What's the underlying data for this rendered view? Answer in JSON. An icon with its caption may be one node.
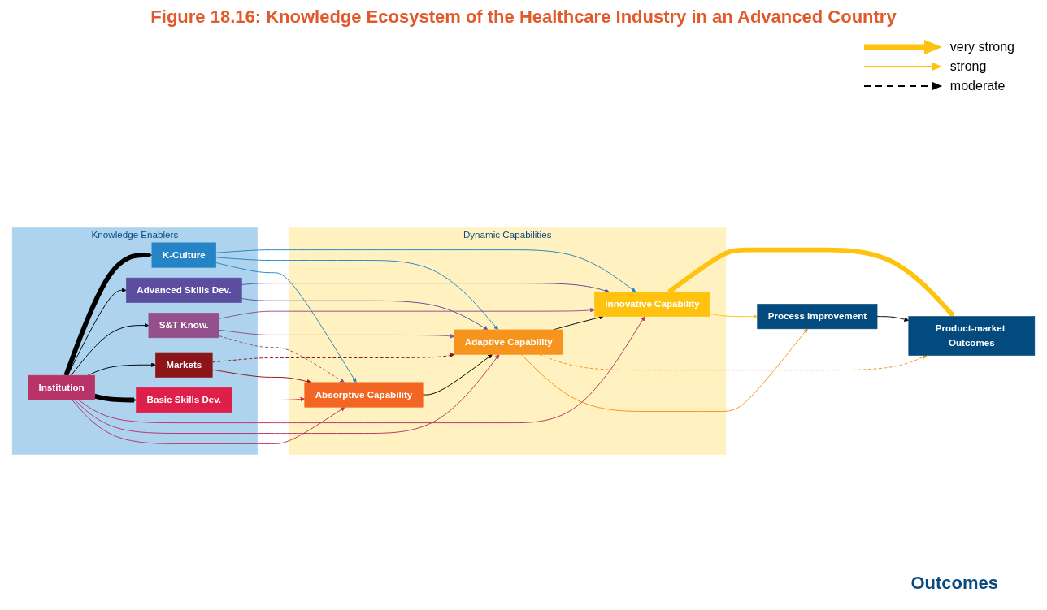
{
  "diagram": {
    "title": "Figure 18.16: Knowledge Ecosystem of the Healthcare Industry in an Advanced Country",
    "nodes": [
      {
        "text": [
          "Knowledge Enablers"
        ]
      },
      {
        "text": [
          "K-Culture"
        ],
        "in": 0
      },
      {
        "text": [
          "Advanced Skills Dev."
        ],
        "in": 0
      },
      {
        "text": [
          "S&T Know."
        ],
        "in": 0
      },
      {
        "text": [
          "Institution"
        ],
        "in": 0
      },
      {
        "text": [
          "Markets"
        ],
        "in": 0
      },
      {
        "text": [
          "Basic Skills Dev."
        ],
        "in": 0
      },
      {
        "text": [
          "Dynamic Capabilities"
        ]
      },
      {
        "text": [
          "Innovative Capability"
        ],
        "in": 7
      },
      {
        "text": [
          "Adaptive Capability"
        ],
        "in": 7
      },
      {
        "text": [
          "Absorptive Capability"
        ],
        "in": 7
      },
      {
        "text": [
          "Product-market Outcomes"
        ]
      },
      {
        "text": [
          "Process Improvement"
        ]
      }
    ],
    "edges": [
      {
        "from": 4,
        "to": 1,
        "arrow": "to",
        "style": "thick"
      },
      {
        "from": 4,
        "to": 2,
        "arrow": "to"
      },
      {
        "from": 4,
        "to": 3,
        "arrow": "to"
      },
      {
        "from": 4,
        "to": 5,
        "arrow": "to"
      },
      {
        "from": 4,
        "to": 6,
        "arrow": "to",
        "style": "thick"
      },
      {
        "from": 1,
        "to": 8,
        "arrow": "to",
        "color": "#2584c6"
      },
      {
        "from": 1,
        "to": 9,
        "arrow": "to",
        "color": "#2584c6"
      },
      {
        "from": 1,
        "to": 10,
        "arrow": "to",
        "color": "#2584c6"
      },
      {
        "from": 2,
        "to": 8,
        "arrow": "to",
        "color": "#5b4e9e"
      },
      {
        "from": 2,
        "to": 9,
        "arrow": "to",
        "color": "#5b4e9e"
      },
      {
        "from": 3,
        "to": 8,
        "arrow": "to",
        "color": "#93508a"
      },
      {
        "from": 3,
        "to": 9,
        "arrow": "to",
        "color": "#93508a"
      },
      {
        "from": 3,
        "to": 10,
        "arrow": "to",
        "style": "dashed",
        "color": "#93508a"
      },
      {
        "from": 4,
        "to": 8,
        "arrow": "to",
        "color": "#b83468"
      },
      {
        "from": 4,
        "to": 9,
        "arrow": "to",
        "color": "#b83468"
      },
      {
        "from": 4,
        "to": 10,
        "arrow": "to",
        "color": "#b83468"
      },
      {
        "from": 5,
        "to": 9,
        "arrow": "to",
        "style": "dashed",
        "color": "#8b1519"
      },
      {
        "from": 5,
        "to": 10,
        "arrow": "to",
        "color": "#8b1519"
      },
      {
        "from": 6,
        "to": 10,
        "arrow": "to",
        "color": "#e01e4a"
      },
      {
        "from": 10,
        "to": 9,
        "arrow": "to"
      },
      {
        "from": 9,
        "to": 8,
        "arrow": "to"
      },
      {
        "from": 8,
        "to": 11,
        "arrow": "to",
        "style": "thick",
        "color": "#ffc20e"
      },
      {
        "from": 8,
        "to": 12,
        "arrow": "to",
        "color": "#ffc20e"
      },
      {
        "from": 9,
        "to": 11,
        "arrow": "to",
        "style": "dashed",
        "color": "#f7941d"
      },
      {
        "from": 9,
        "to": 12,
        "arrow": "to",
        "color": "#f7941d"
      },
      {
        "from": 12,
        "to": 11,
        "arrow": "to"
      }
    ],
    "labels": [
      "Outcomes"
    ],
    "legend": [
      {
        "text": "very strong"
      },
      {
        "text": "strong"
      },
      {
        "text": "moderate"
      }
    ]
  }
}
